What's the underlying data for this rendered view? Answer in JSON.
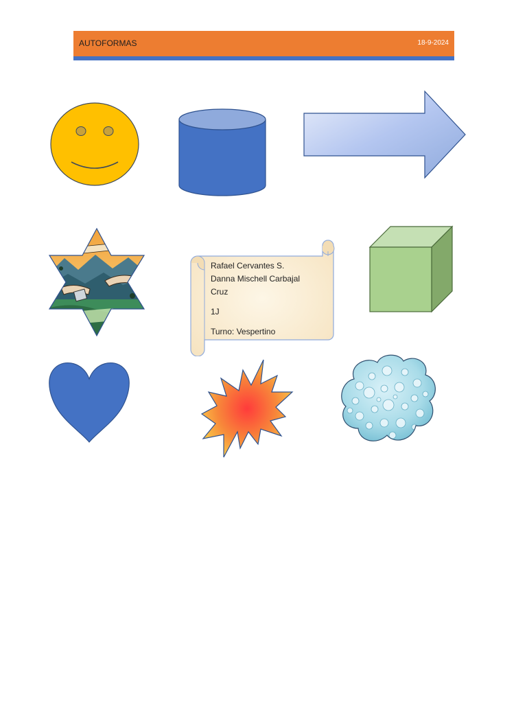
{
  "header": {
    "title": "AUTOFORMAS",
    "date": "18-9-2024"
  },
  "scroll": {
    "line1": "Rafael Cervantes S.",
    "line2": "Danna Mischell Carbajal",
    "line3": "Cruz",
    "group": "1J",
    "shift": "Turno: Vespertino"
  },
  "colors": {
    "header_bar": "#ed7d31",
    "header_line": "#4472c4",
    "smiley": "#ffc000",
    "cylinder": "#4472c4",
    "cube": "#a9d18e",
    "heart": "#4472c4",
    "scroll": "#fdf2dc"
  },
  "shapes": [
    "smiley-face",
    "cylinder",
    "block-arrow",
    "six-point-star-with-picture",
    "horizontal-scroll",
    "cube",
    "heart",
    "explosion",
    "cloud"
  ]
}
